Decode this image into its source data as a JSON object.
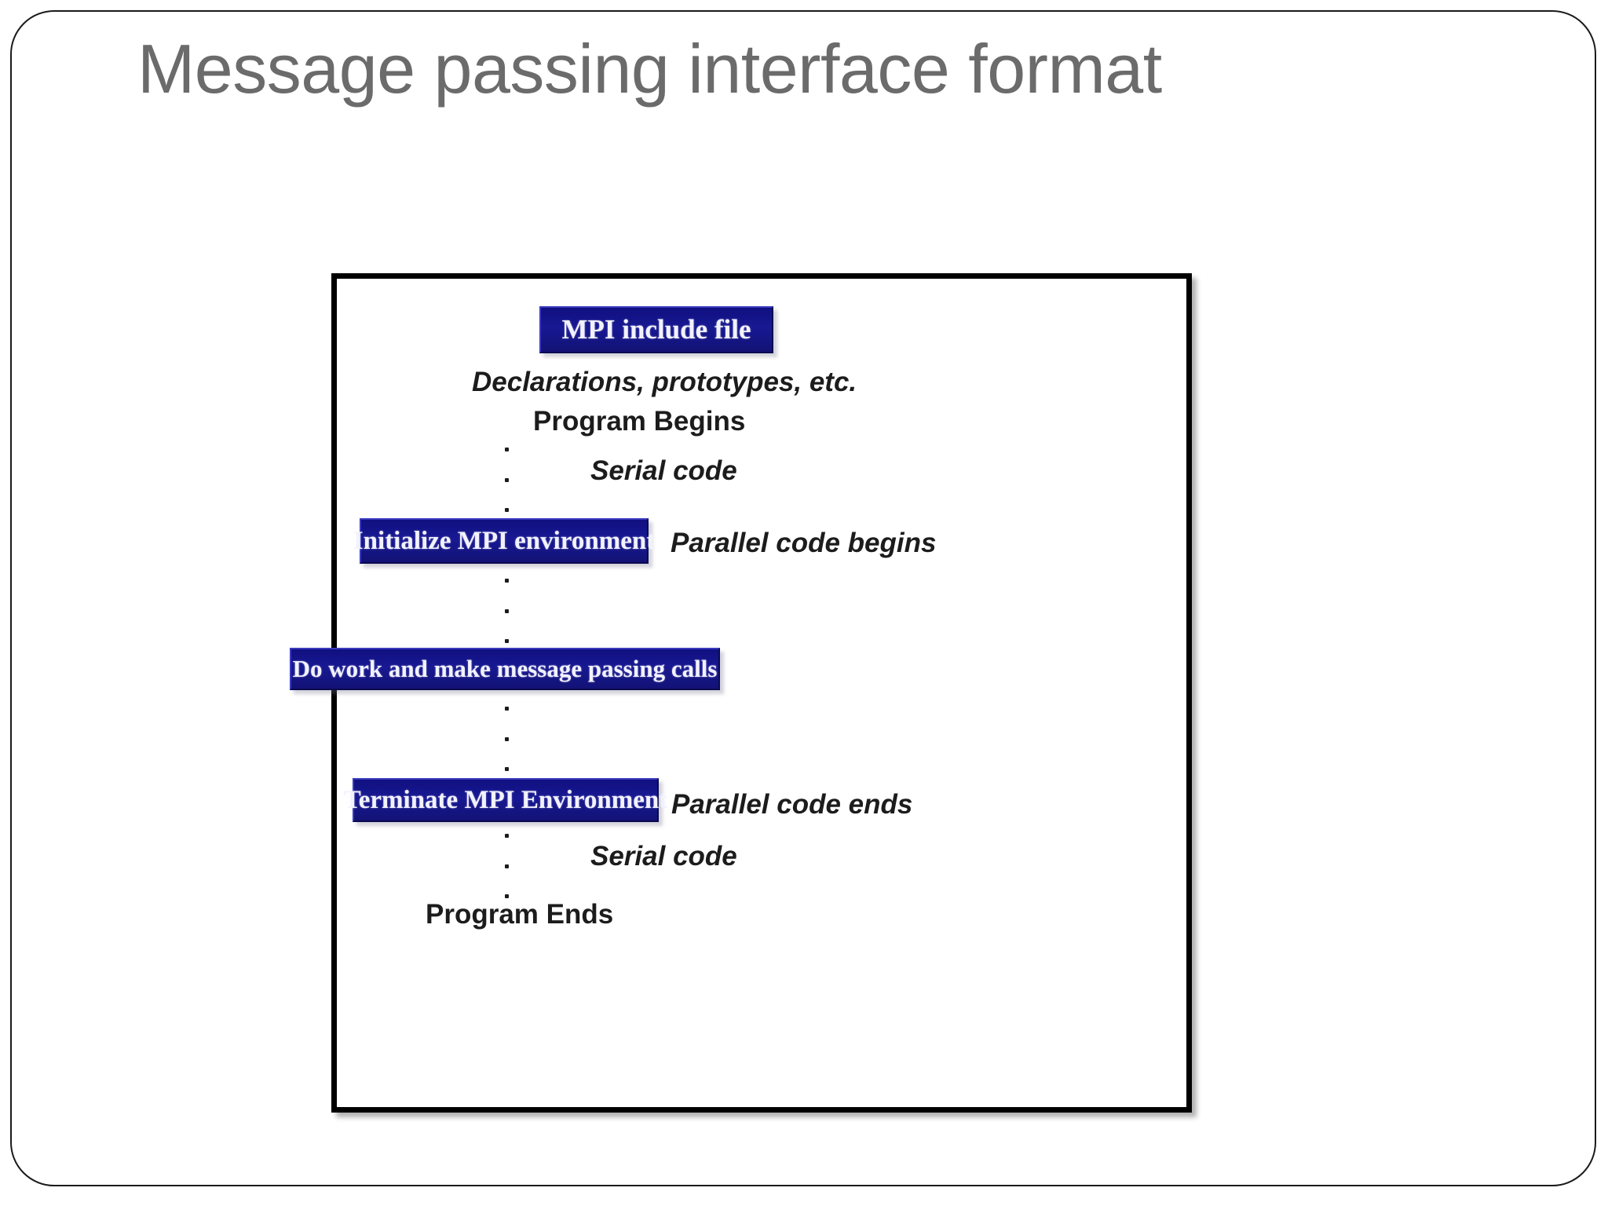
{
  "slide": {
    "title": "Message passing interface format",
    "background_color": "#ffffff",
    "border_color": "#1a1a1a",
    "title_color": "#6b6b6b"
  },
  "diagram": {
    "name": "mpi-program-structure-flow",
    "frame_border_color": "#000000",
    "box_fill_color": "#141488",
    "box_text_color": "#f2f2ff",
    "label_text_color": "#1c1c1c",
    "boxes": [
      {
        "id": "mpi-include-file",
        "label": "MPI include file"
      },
      {
        "id": "initialize-mpi-environment",
        "label": "Initialize MPI environment"
      },
      {
        "id": "do-work-message-passing",
        "label": "Do work and make message passing calls"
      },
      {
        "id": "terminate-mpi-environment",
        "label": "Terminate MPI Environment"
      }
    ],
    "labels": [
      {
        "id": "declarations",
        "text": "Declarations, prototypes, etc.",
        "style": "bold-italic"
      },
      {
        "id": "program-begins",
        "text": "Program Begins",
        "style": "bold"
      },
      {
        "id": "serial-code-top",
        "text": "Serial code",
        "style": "bold-italic"
      },
      {
        "id": "parallel-code-begins",
        "text": "Parallel code begins",
        "style": "bold-italic"
      },
      {
        "id": "parallel-code-ends",
        "text": "Parallel code ends",
        "style": "bold-italic"
      },
      {
        "id": "serial-code-bottom",
        "text": "Serial code",
        "style": "bold-italic"
      },
      {
        "id": "program-ends",
        "text": "Program Ends",
        "style": "bold"
      }
    ],
    "ellipsis_groups": [
      {
        "id": "dots-after-program-begins",
        "count": 3
      },
      {
        "id": "dots-after-initialize",
        "count": 3
      },
      {
        "id": "dots-after-do-work",
        "count": 3
      },
      {
        "id": "dots-after-terminate",
        "count": 3
      }
    ]
  }
}
